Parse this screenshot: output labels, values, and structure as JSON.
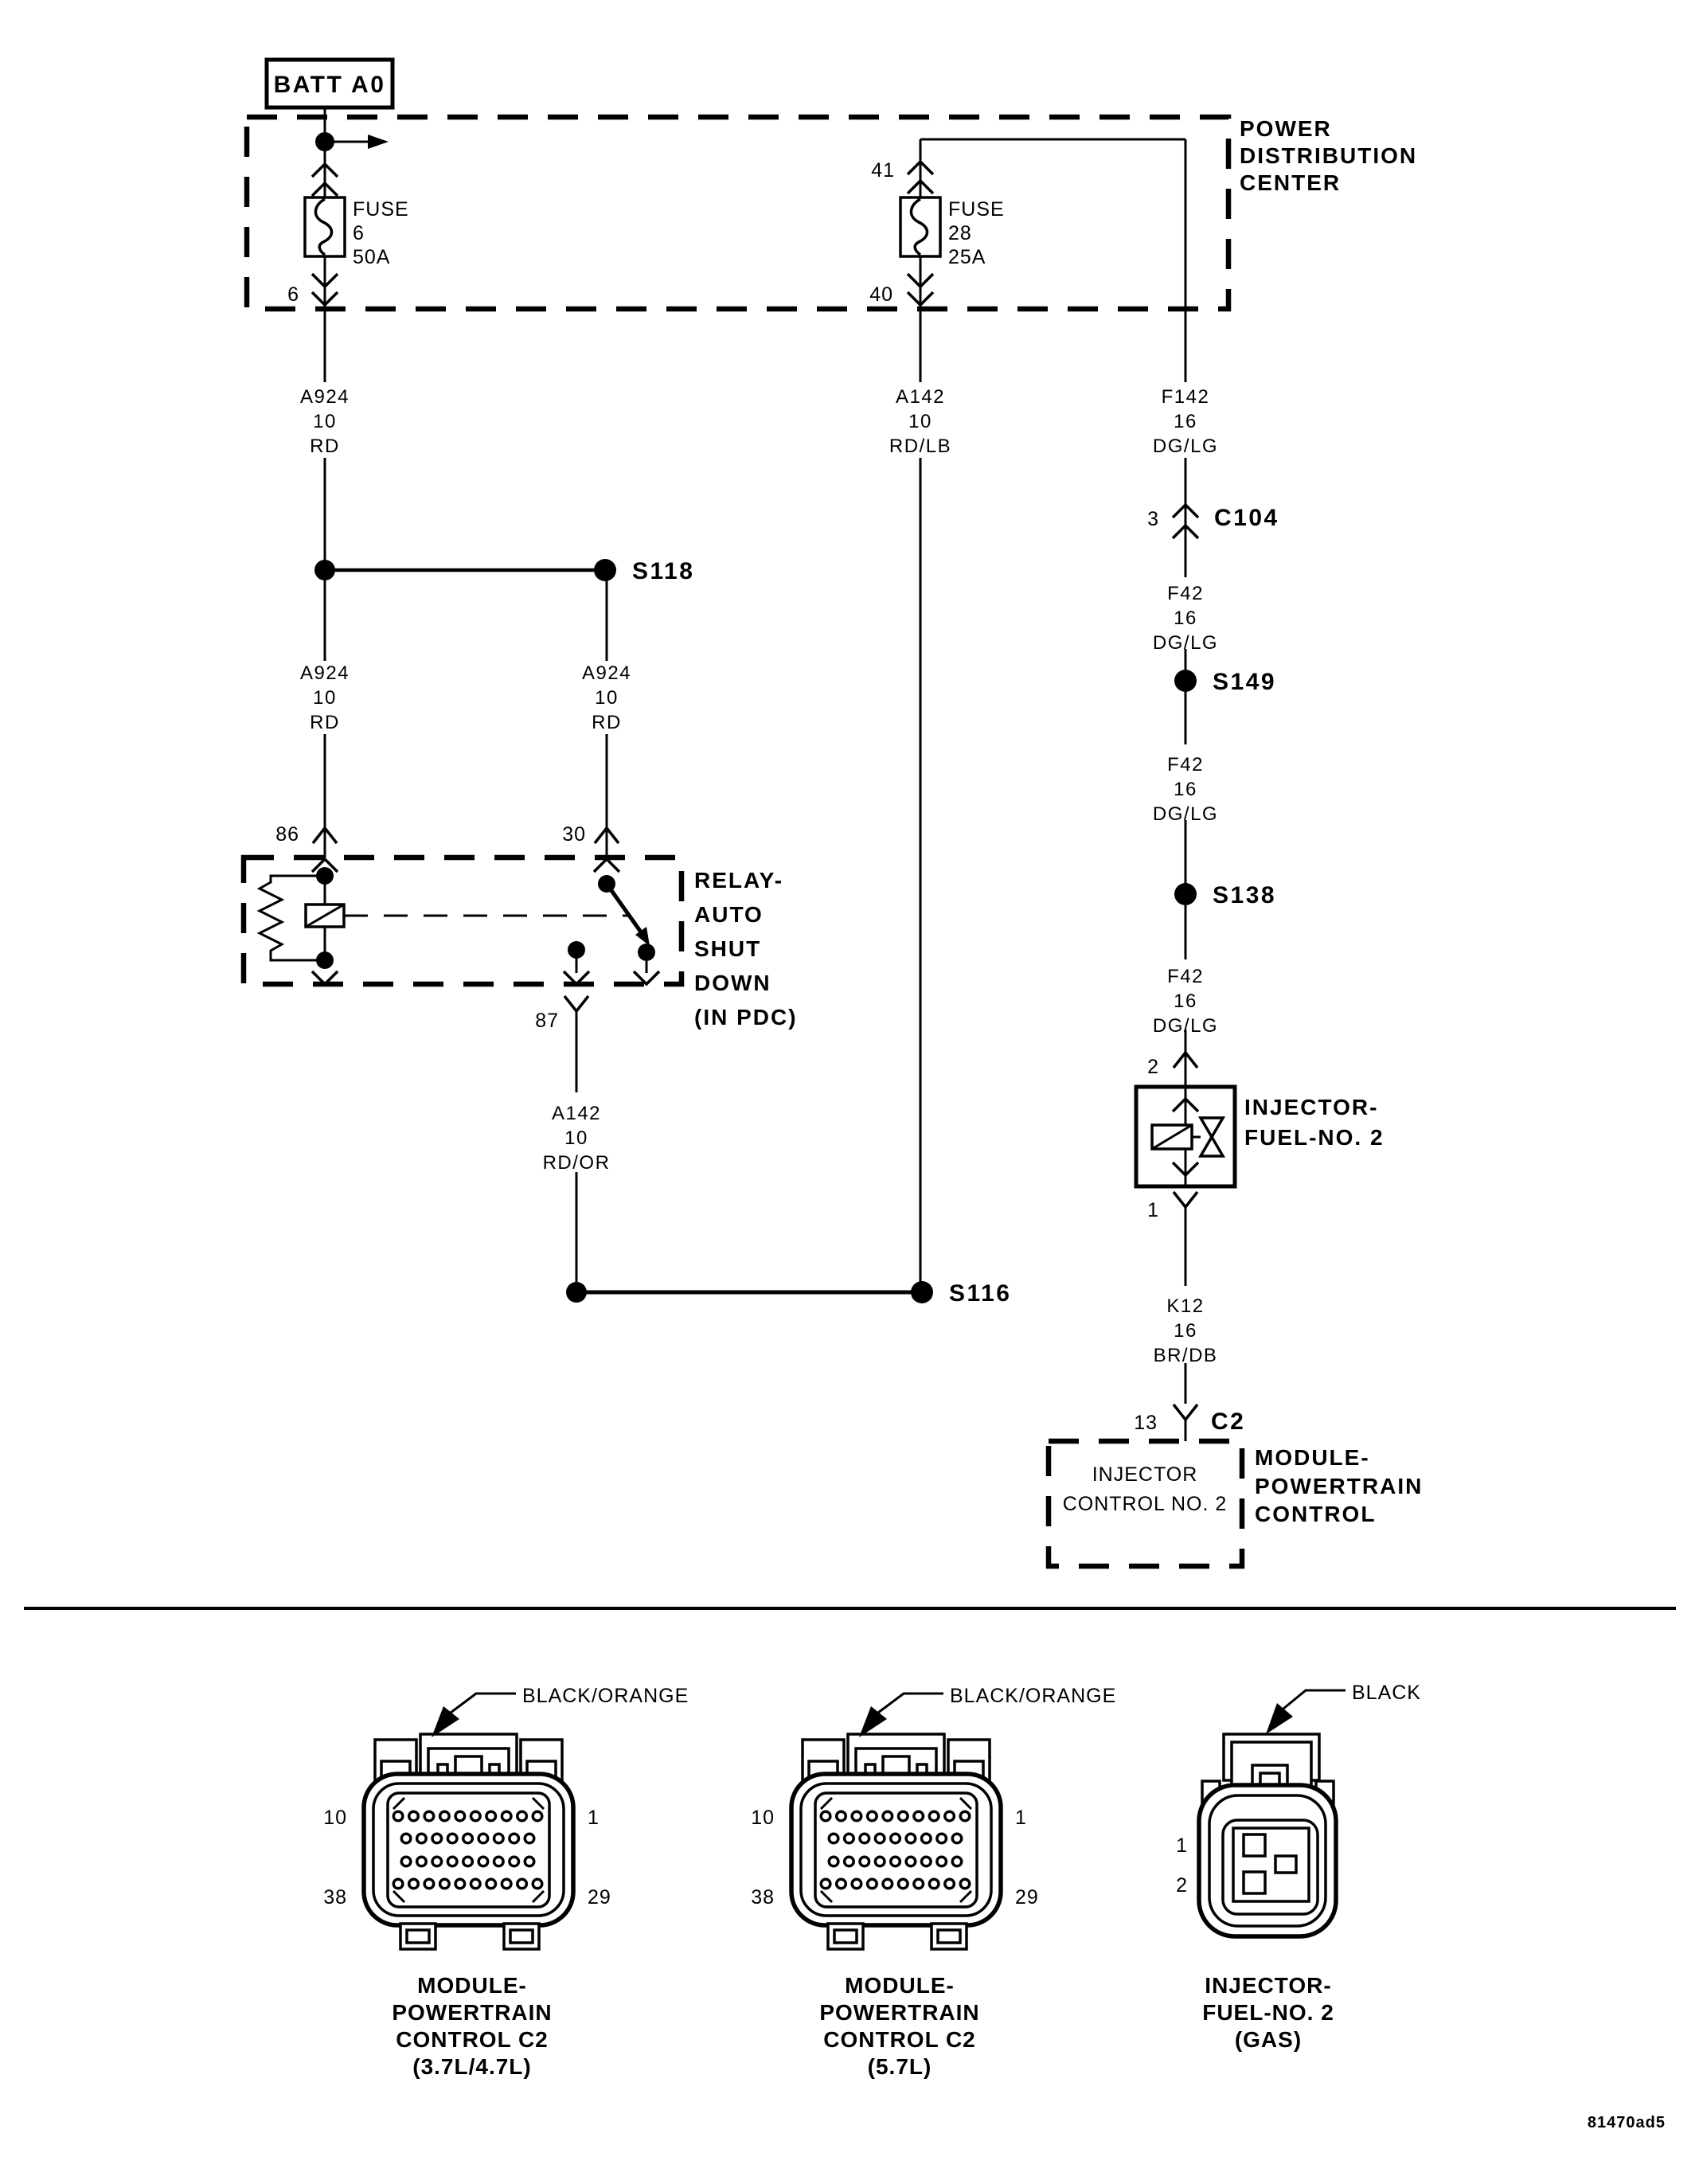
{
  "page": {
    "bg": "#ffffff",
    "ink": "#000000",
    "footer_code": "81470ad5"
  },
  "schematic": {
    "batt_box": "BATT A0",
    "pdc": {
      "label": [
        "POWER",
        "DISTRIBUTION",
        "CENTER"
      ],
      "fuse6": {
        "name": "FUSE",
        "id": "6",
        "rating": "50A",
        "pin_bottom": "6"
      },
      "fuse28": {
        "name": "FUSE",
        "id": "28",
        "rating": "25A",
        "pin_top": "41",
        "pin_bottom": "40"
      }
    },
    "relay": {
      "label": [
        "RELAY-",
        "AUTO",
        "SHUT",
        "DOWN",
        "(IN PDC)"
      ],
      "pin_86": "86",
      "pin_30": "30",
      "pin_87": "87"
    },
    "injector2": {
      "label": [
        "INJECTOR-",
        "FUEL-NO. 2"
      ],
      "pin_top": "2",
      "pin_bottom": "1"
    },
    "pcm_box": {
      "inner": [
        "INJECTOR",
        "CONTROL NO. 2"
      ],
      "label": [
        "MODULE-",
        "POWERTRAIN",
        "CONTROL"
      ],
      "pin": "13",
      "connector": "C2"
    },
    "c104": {
      "pin": "3",
      "name": "C104"
    },
    "splices": {
      "s118": "S118",
      "s149": "S149",
      "s138": "S138",
      "s116": "S116"
    },
    "wires": {
      "a924_feed": [
        "A924",
        "10",
        "RD"
      ],
      "a924_left": [
        "A924",
        "10",
        "RD"
      ],
      "a924_right": [
        "A924",
        "10",
        "RD"
      ],
      "a142_fused": [
        "A142",
        "10",
        "RD/LB"
      ],
      "a142_relay": [
        "A142",
        "10",
        "RD/OR"
      ],
      "f142": [
        "F142",
        "16",
        "DG/LG"
      ],
      "f42_1": [
        "F42",
        "16",
        "DG/LG"
      ],
      "f42_2": [
        "F42",
        "16",
        "DG/LG"
      ],
      "f42_3": [
        "F42",
        "16",
        "DG/LG"
      ],
      "k12": [
        "K12",
        "16",
        "BR/DB"
      ]
    }
  },
  "connector_views": {
    "pcm_a": {
      "wire_color": "BLACK/ORANGE",
      "pin_top_left": "10",
      "pin_top_right": "1",
      "pin_bottom_left": "38",
      "pin_bottom_right": "29",
      "caption": [
        "MODULE-",
        "POWERTRAIN",
        "CONTROL C2",
        "(3.7L/4.7L)"
      ]
    },
    "pcm_b": {
      "wire_color": "BLACK/ORANGE",
      "pin_top_left": "10",
      "pin_top_right": "1",
      "pin_bottom_left": "38",
      "pin_bottom_right": "29",
      "caption": [
        "MODULE-",
        "POWERTRAIN",
        "CONTROL C2",
        "(5.7L)"
      ]
    },
    "injector": {
      "wire_color": "BLACK",
      "pin_1": "1",
      "pin_2": "2",
      "caption": [
        "INJECTOR-",
        "FUEL-NO. 2",
        "(GAS)"
      ]
    }
  }
}
